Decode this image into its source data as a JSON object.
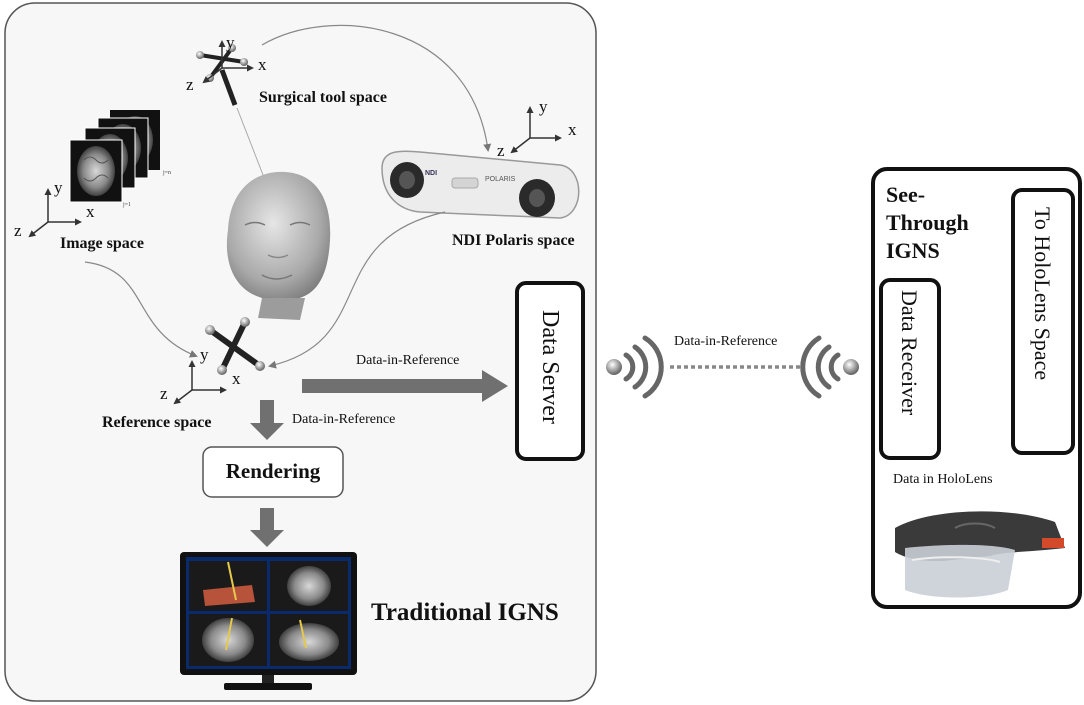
{
  "image_space": {
    "label": "Image space",
    "axis_x": "x",
    "axis_y": "y",
    "axis_z": "z",
    "slice_first": "j=1",
    "slice_last": "j=n"
  },
  "surgical_tool": {
    "label": "Surgical tool space",
    "axis_x": "x",
    "axis_y": "y",
    "axis_z": "z"
  },
  "ndi": {
    "label": "NDI Polaris space",
    "axis_x": "x",
    "axis_y": "y",
    "axis_z": "z",
    "brand_text": "NDI",
    "product_text": "POLARIS"
  },
  "reference": {
    "label": "Reference space",
    "axis_x": "x",
    "axis_y": "y",
    "axis_z": "z"
  },
  "flows": {
    "ref_to_server": "Data-in-Reference",
    "ref_to_render": "Data-in-Reference",
    "wireless": "Data-in-Reference",
    "to_hololens": "Data in HoloLens"
  },
  "rendering_box": {
    "label": "Rendering"
  },
  "data_server_box": {
    "label": "Data Server"
  },
  "traditional_title": "Traditional IGNS",
  "see_through": {
    "line1": "See-",
    "line2": "Through",
    "line3": "IGNS"
  },
  "data_receiver_box": {
    "label": "Data Receiver"
  },
  "hololens_space_box": {
    "label": "To HoloLens Space"
  },
  "colors": {
    "panel_bg": "#f7f7f7",
    "arrow_gray": "#707070",
    "dark_border": "#111111",
    "monitor_blue": "#0a2a6e"
  }
}
